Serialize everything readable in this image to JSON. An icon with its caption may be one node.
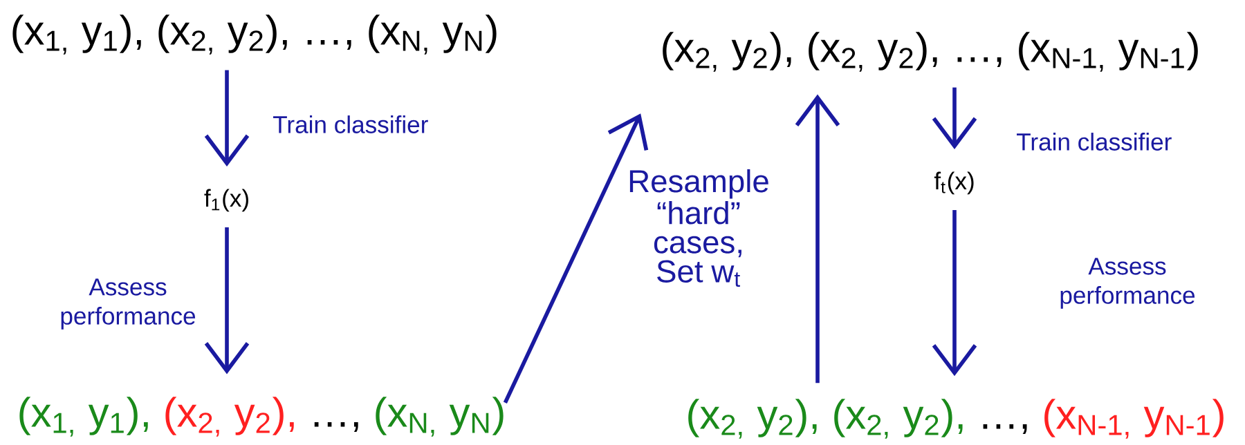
{
  "diagram": {
    "nodes": [
      {
        "text": [
          "(x$_{1,}$ y$_{1}$), (x$_{2,}$ y$_{2}$), …, (x$_{N,}$ y$_{N}$)"
        ]
      },
      {
        "text": [
          "f$_{1}$(x)"
        ]
      },
      {
        "text": [
          "(x$_{1,}$ y$_{1}$),",
          "(x$_{2,}$ y$_{2}$),",
          "…,",
          "(x$_{N,}$ y$_{N}$)"
        ]
      },
      {
        "text": [
          "(x$_{2,}$ y$_{2}$), (x$_{2,}$ y$_{2}$), …, (x$_{N-1,}$ y$_{N-1}$)"
        ]
      },
      {
        "text": [
          "f$_{t}$(x)"
        ]
      },
      {
        "text": [
          "(x$_{2,}$ y$_{2}$),",
          "(x$_{2,}$ y$_{2}$),",
          "…,",
          "(x$_{N-1,}$ y$_{N-1}$)"
        ]
      }
    ],
    "edges": [
      {
        "from": 0,
        "to": 1,
        "arrow": "to",
        "label": "Train classifier"
      },
      {
        "from": 1,
        "to": 2,
        "arrow": "to",
        "label": "Assess performance"
      },
      {
        "from": 2,
        "to": 3,
        "arrow": "to",
        "label": "Resample “hard” cases, Set w$_{t}$"
      },
      {
        "from": 5,
        "to": 3,
        "arrow": "to"
      },
      {
        "from": 3,
        "to": 4,
        "arrow": "to",
        "label": "Train classifier"
      },
      {
        "from": 4,
        "to": 5,
        "arrow": "to",
        "label": "Assess performance"
      }
    ]
  }
}
